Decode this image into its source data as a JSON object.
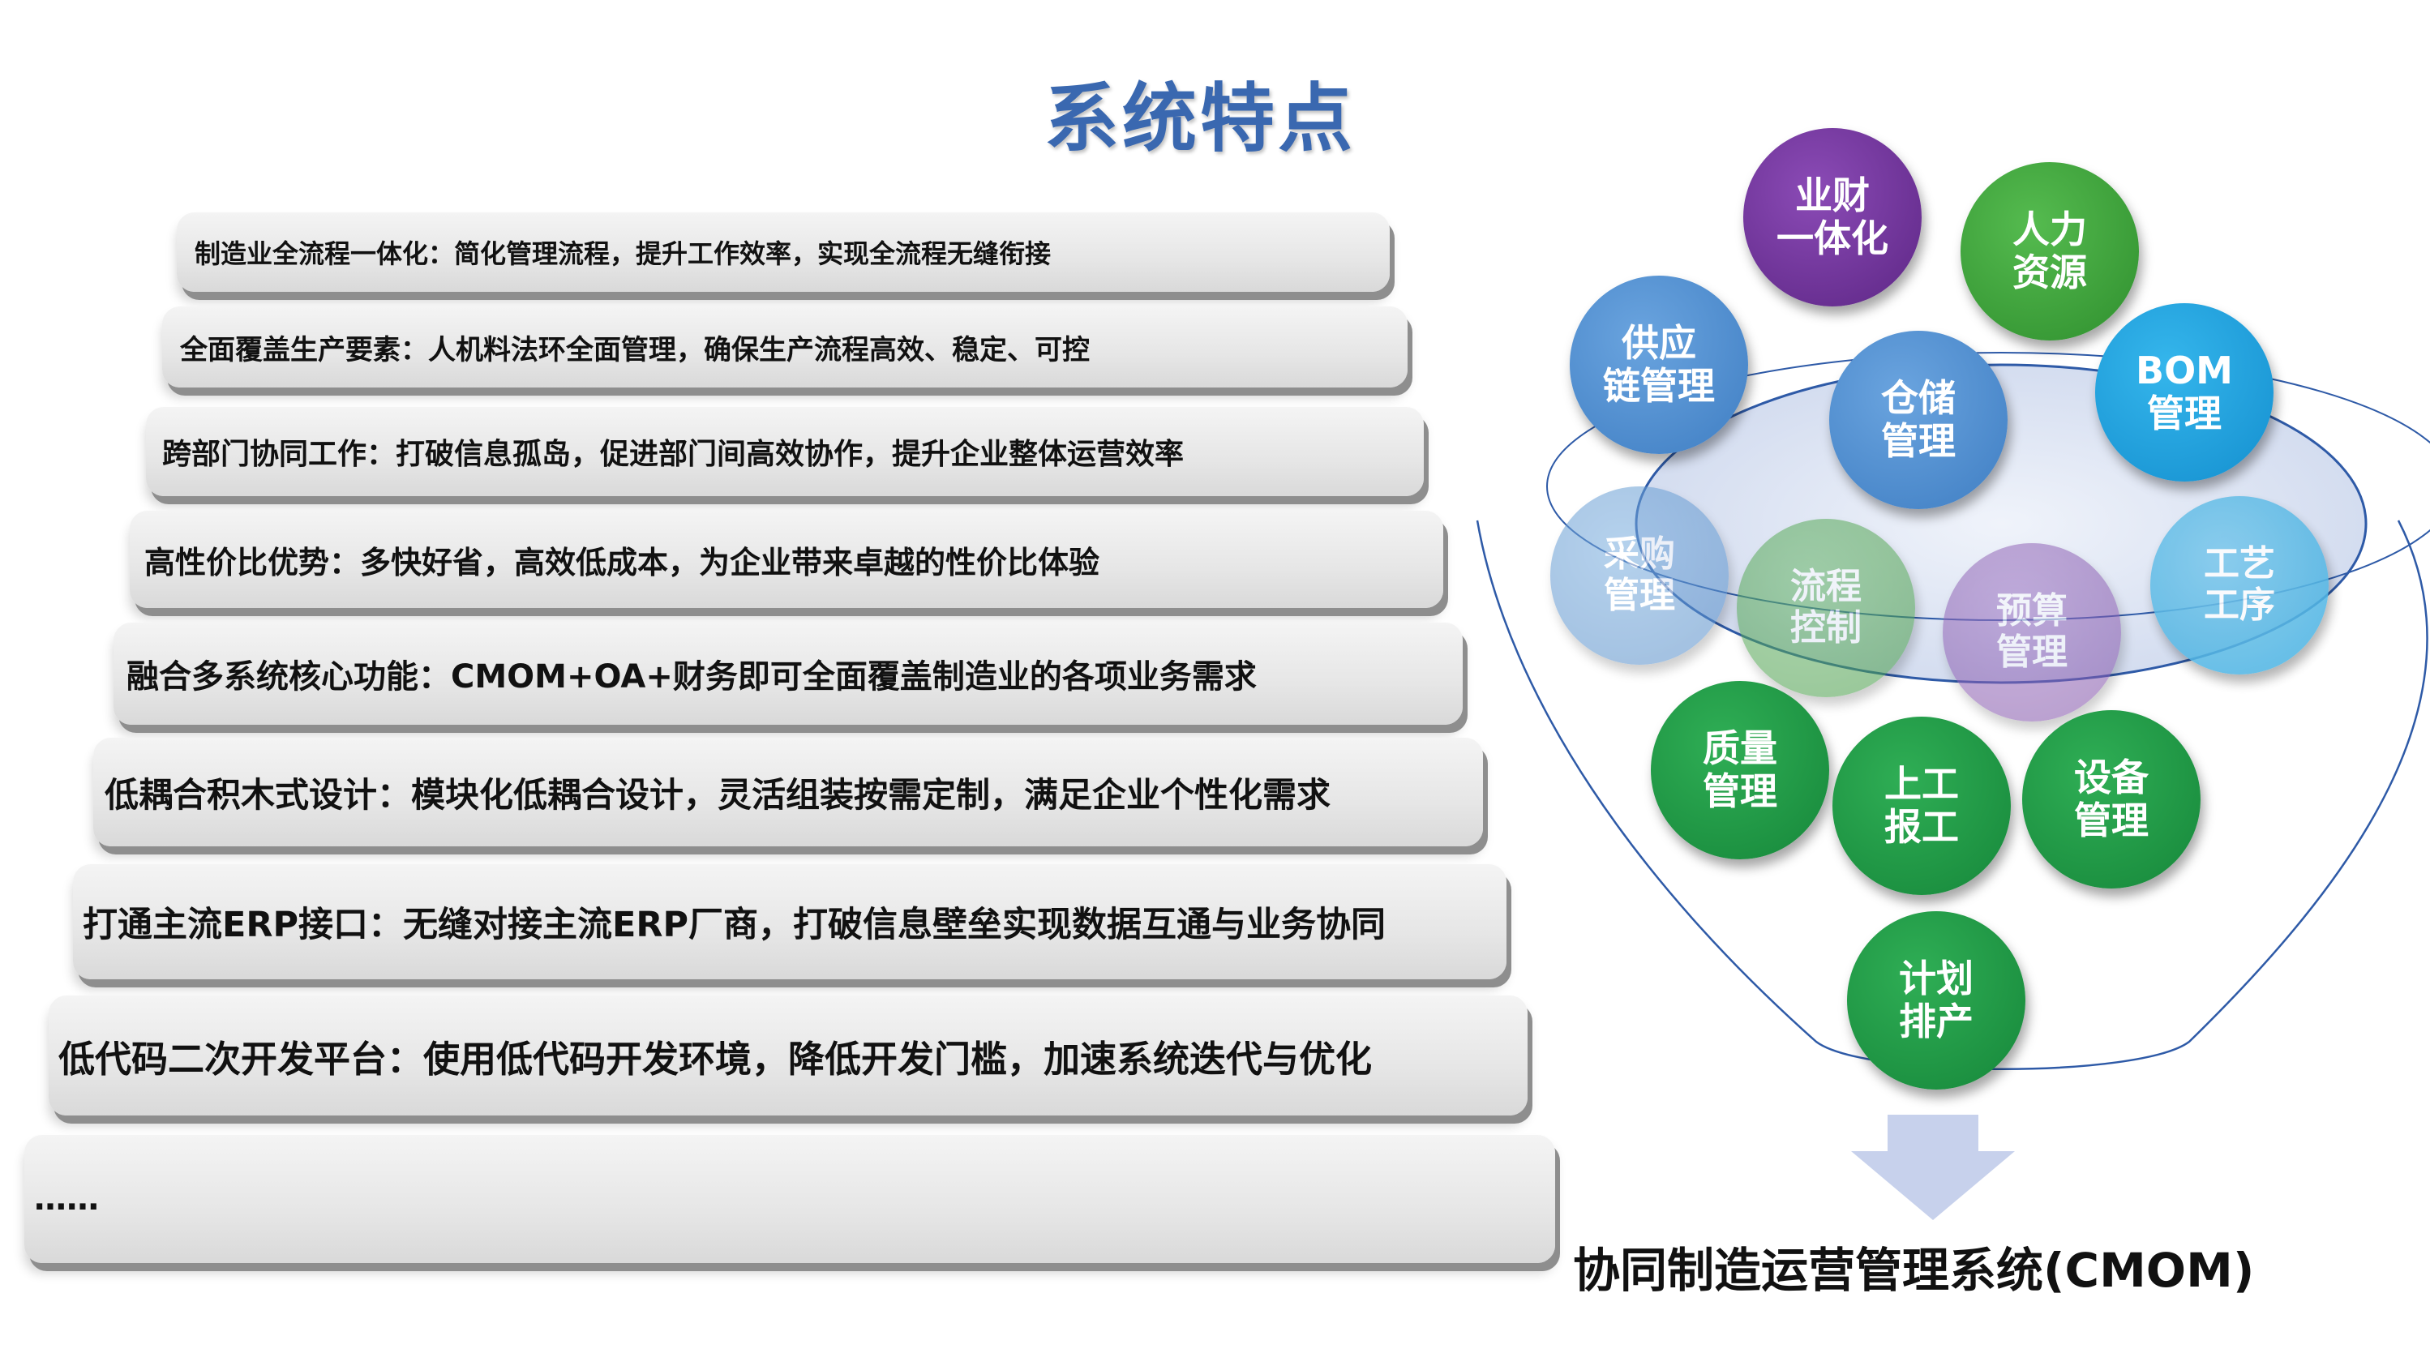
{
  "title": "系统特点",
  "features": [
    "制造业全流程一体化：简化管理流程，提升工作效率，实现全流程无缝衔接",
    "全面覆盖生产要素：人机料法环全面管理，确保生产流程高效、稳定、可控",
    "跨部门协同工作：打破信息孤岛，促进部门间高效协作，提升企业整体运营效率",
    "高性价比优势：多快好省，高效低成本，为企业带来卓越的性价比体验",
    "融合多系统核心功能：CMOM+OA+财务即可全面覆盖制造业的各项业务需求",
    "低耦合积木式设计：模块化低耦合设计，灵活组装按需定制，满足企业个性化需求",
    "打通主流ERP接口：无缝对接主流ERP厂商，打破信息壁垒实现数据互通与业务协同",
    "低代码二次开发平台：使用低代码开发环境，降低开发门槛，加速系统迭代与优化",
    "……"
  ],
  "modules": {
    "yecai": "业财\n一体化",
    "renli": "人力\n资源",
    "gongying": "供应\n链管理",
    "cangchu": "仓储\n管理",
    "bom": "BOM\n管理",
    "caigou": "采购\n管理",
    "liucheng": "流程\n控制",
    "yusuan": "预算\n管理",
    "gongyi": "工艺\n工序",
    "zhiliang": "质量\n管理",
    "shanggong": "上工\n报工",
    "shebei": "设备\n管理",
    "jihua": "计划\n排产"
  },
  "caption": "协同制造运营管理系统(CMOM)",
  "colors": {
    "title": "#3a68b0",
    "purple": "#6b2f93",
    "green": "#2f9a3a",
    "blue": "#4a8fd0",
    "cyan": "#1a9fdc",
    "dark_green": "#17913f",
    "funnel": "#2e5aa7"
  }
}
